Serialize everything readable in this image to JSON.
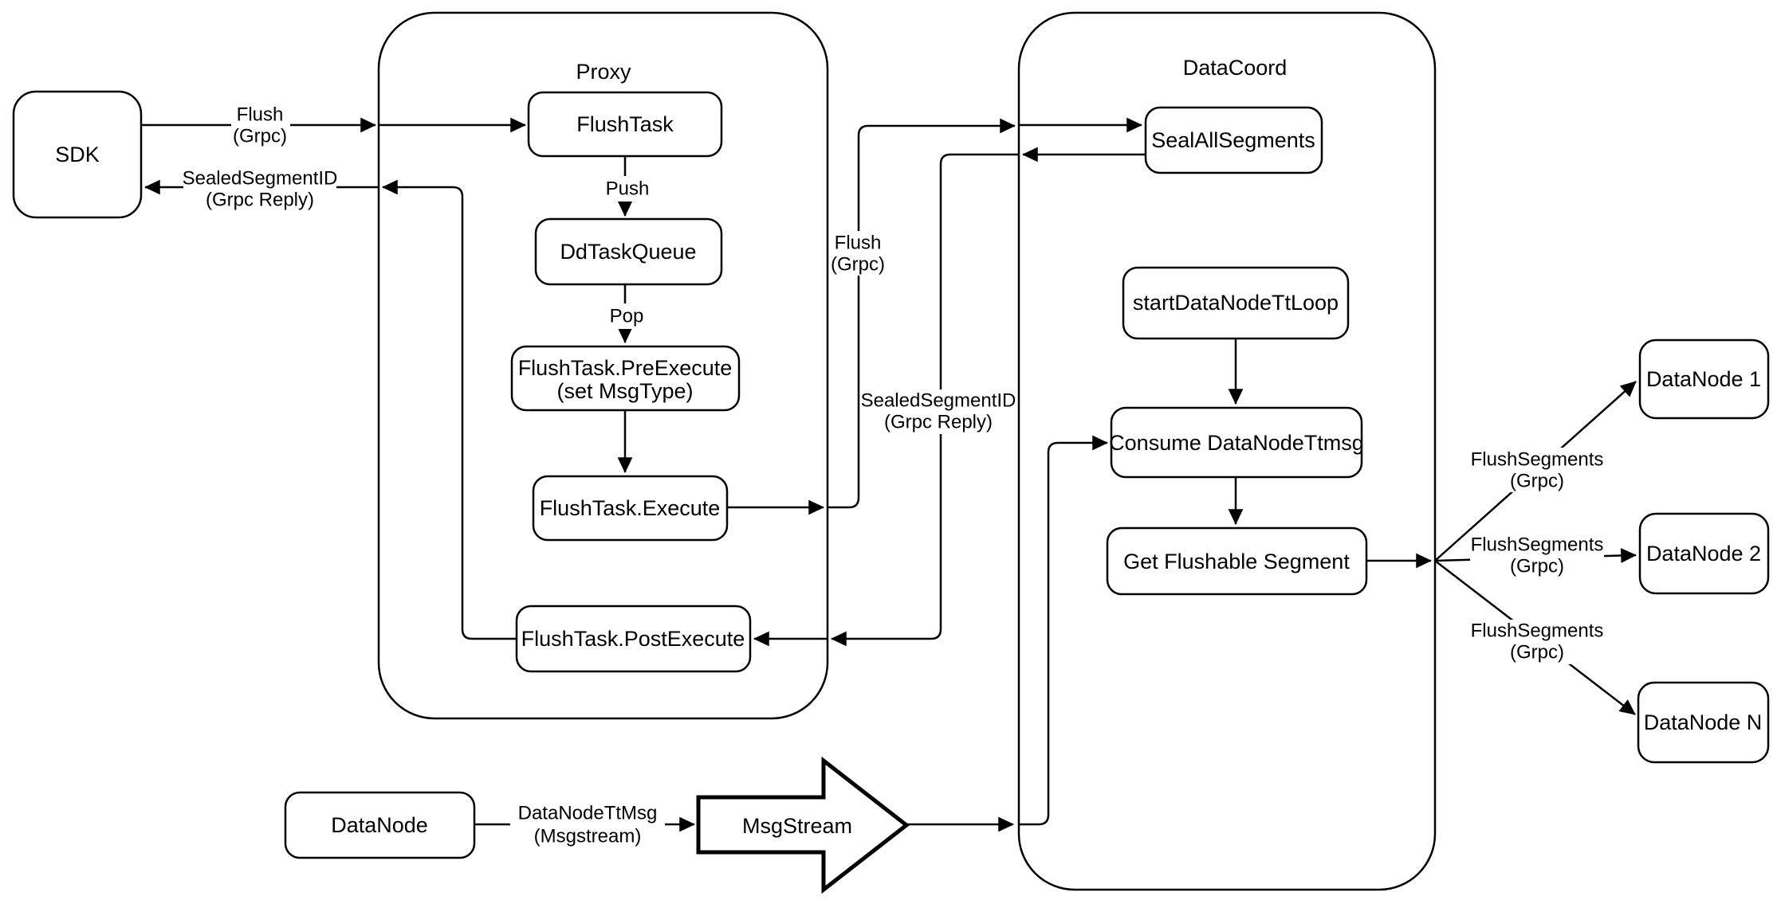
{
  "diagram": {
    "colors": {
      "stroke": "#000000",
      "node_fill": "#ffffff",
      "background": "#ffffff"
    },
    "containers": {
      "proxy": {
        "label": "Proxy"
      },
      "datacoord": {
        "label": "DataCoord"
      }
    },
    "nodes": {
      "sdk": {
        "label": "SDK"
      },
      "flush_task": {
        "label": "FlushTask"
      },
      "dd_task_queue": {
        "label": "DdTaskQueue"
      },
      "pre_execute": {
        "line1": "FlushTask.PreExecute",
        "line2": "(set MsgType)"
      },
      "execute": {
        "label": "FlushTask.Execute"
      },
      "post_execute": {
        "label": "FlushTask.PostExecute"
      },
      "seal_all_segments": {
        "label": "SealAllSegments"
      },
      "start_datanode_tt_loop": {
        "label": "startDataNodeTtLoop"
      },
      "consume_datanode_ttmsg": {
        "label": "Consume DataNodeTtmsg"
      },
      "get_flushable_segment": {
        "label": "Get Flushable Segment"
      },
      "datanode_1": {
        "label": "DataNode 1"
      },
      "datanode_2": {
        "label": "DataNode 2"
      },
      "datanode_n": {
        "label": "DataNode N"
      },
      "datanode": {
        "label": "DataNode"
      },
      "msgstream": {
        "label": "MsgStream"
      }
    },
    "edge_labels": {
      "flush_sdk": {
        "line1": "Flush",
        "line2": "(Grpc)"
      },
      "sealed_sdk": {
        "line1": "SealedSegmentID",
        "line2": "(Grpc Reply)"
      },
      "push": {
        "label": "Push"
      },
      "pop": {
        "label": "Pop"
      },
      "flush_mid": {
        "line1": "Flush",
        "line2": "(Grpc)"
      },
      "sealed_mid": {
        "line1": "SealedSegmentID",
        "line2": "(Grpc Reply)"
      },
      "flush_segments_1": {
        "line1": "FlushSegments",
        "line2": "(Grpc)"
      },
      "flush_segments_2": {
        "line1": "FlushSegments",
        "line2": "(Grpc)"
      },
      "flush_segments_3": {
        "line1": "FlushSegments",
        "line2": "(Grpc)"
      },
      "datanode_ttmsg": {
        "line1": "DataNodeTtMsg",
        "line2": "(Msgstream)"
      }
    }
  }
}
